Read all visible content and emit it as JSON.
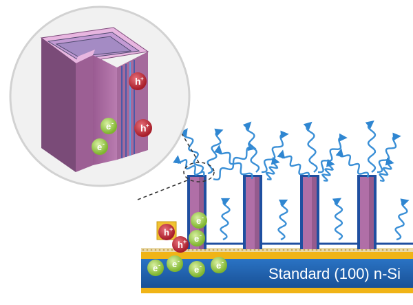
{
  "substrate": {
    "label": "Standard (100) n-Si",
    "color": "#1f63b4",
    "text_color": "#ffffff"
  },
  "charges": {
    "electron_symbol": "e",
    "electron_sign": "-",
    "hole_symbol": "h",
    "hole_sign": "+",
    "electron_color": "#8cc63f",
    "hole_color": "#c0262d"
  },
  "colors": {
    "pillar": "#b06fa7",
    "pillar_dark": "#7d4a7a",
    "photon": "#3a8fd6",
    "inset_fill": "#f0f0f0",
    "inset_border": "#d0d0d0"
  }
}
